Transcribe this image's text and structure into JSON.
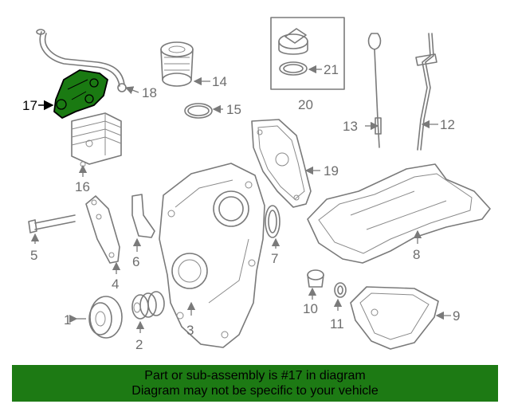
{
  "callouts": {
    "c1": "1",
    "c2": "2",
    "c3": "3",
    "c4": "4",
    "c5": "5",
    "c6": "6",
    "c7": "7",
    "c8": "8",
    "c9": "9",
    "c10": "10",
    "c11": "11",
    "c12": "12",
    "c13": "13",
    "c14": "14",
    "c15": "15",
    "c16": "16",
    "c17": "17",
    "c18": "18",
    "c19": "19",
    "c20": "20",
    "c21": "21"
  },
  "highlight": {
    "part": "17",
    "color": "#1d7a14"
  },
  "banner": {
    "line1": "Part or sub-assembly is #17 in diagram",
    "line2": "Diagram may not be specific to your vehicle"
  }
}
